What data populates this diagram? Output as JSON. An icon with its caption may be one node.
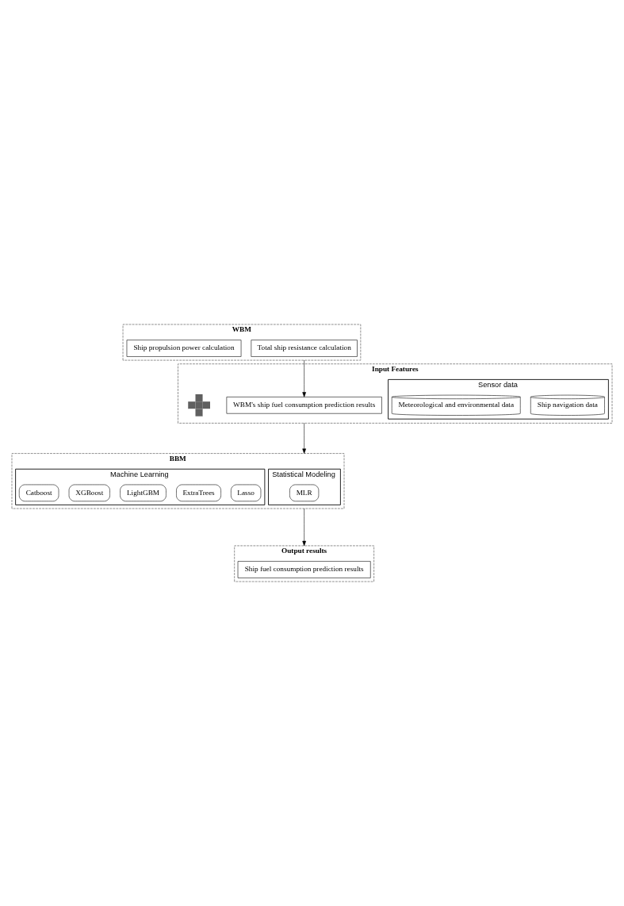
{
  "diagram": {
    "nodes": [
      {
        "text": [
          "WBM"
        ]
      },
      {
        "text": [
          "Total ship resistance calculation"
        ],
        "in": 0
      },
      {
        "text": [
          "Ship propulsion power calculation"
        ],
        "in": 0
      },
      {
        "text": [
          "Input Features"
        ]
      },
      {
        "text": [
          "WBM's ship fuel consumption prediction results"
        ],
        "in": 3
      },
      {
        "text": [],
        "shape": "cross",
        "in": 3
      },
      {
        "text": [
          "Sensor data"
        ],
        "in": 3
      },
      {
        "text": [
          "Ship navigation data"
        ],
        "in": 6
      },
      {
        "text": [
          "Meteorological and environmental data"
        ],
        "in": 6
      },
      {
        "text": [
          "BBM"
        ]
      },
      {
        "text": [
          "Statistical Modeling"
        ],
        "in": 9
      },
      {
        "text": [
          "MLR"
        ],
        "in": 10
      },
      {
        "text": [
          "Machine Learning"
        ],
        "in": 9
      },
      {
        "text": [
          "Lasso"
        ],
        "in": 12
      },
      {
        "text": [
          "ExtraTrees"
        ],
        "in": 12
      },
      {
        "text": [
          "LightGBM"
        ],
        "in": 12
      },
      {
        "text": [
          "XGBoost"
        ],
        "in": 12
      },
      {
        "text": [
          "Catboost"
        ],
        "in": 12
      },
      {
        "text": [
          "Output results"
        ]
      },
      {
        "text": [
          "Ship fuel consumption prediction results"
        ],
        "in": 18
      }
    ],
    "edges": [
      {
        "from": 0,
        "to": 4,
        "arrow": "to"
      },
      {
        "from": 3,
        "to": 9,
        "arrow": "to"
      },
      {
        "from": 9,
        "to": 18,
        "arrow": "to"
      }
    ]
  }
}
